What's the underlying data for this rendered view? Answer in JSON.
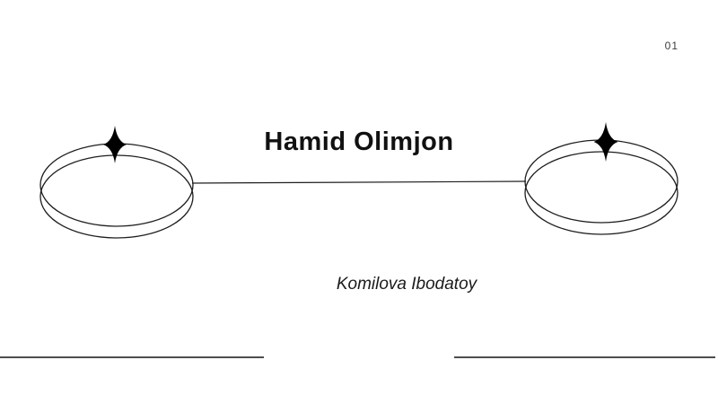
{
  "page": {
    "number": "01"
  },
  "title": {
    "text": "Hamid Olimjon"
  },
  "subtitle": {
    "text": "Komilova Ibodatoy"
  },
  "icons": {
    "sparkle": "four-point-star",
    "ring": "double-ellipse-ring"
  },
  "colors": {
    "background": "#ffffff",
    "ink": "#111111",
    "stroke": "#1f1f1f",
    "divider": "#4d4d4d",
    "page_number": "#3d3d3d"
  }
}
